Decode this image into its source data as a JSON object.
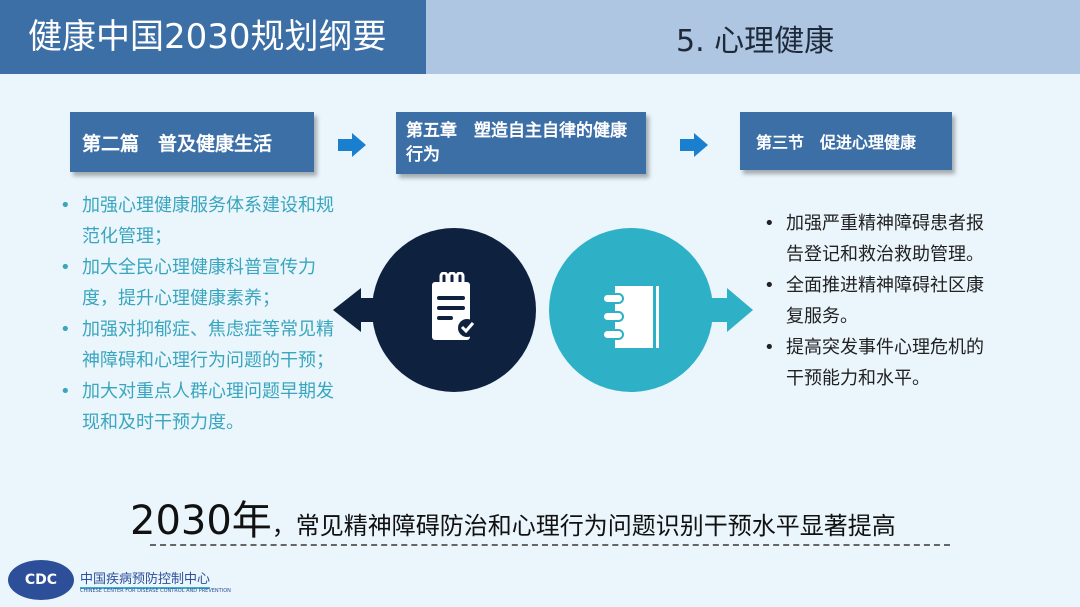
{
  "header": {
    "title": "健康中国2030规划纲要",
    "section": "5. 心理健康"
  },
  "flow": {
    "box1": "第二篇　普及健康生活",
    "box2": "第五章　塑造自主自律的健康行为",
    "box3": "第三节　促进心理健康"
  },
  "left_items": [
    "加强心理健康服务体系建设和规范化管理；",
    "加大全民心理健康科普宣传力度，提升心理健康素养；",
    "加强对抑郁症、焦虑症等常见精神障碍和心理行为问题的干预；",
    "加大对重点人群心理问题早期发现和及时干预力度。"
  ],
  "right_items": [
    "加强严重精神障碍患者报告登记和救治救助管理。",
    "全面推进精神障碍社区康复服务。",
    "提高突发事件心理危机的干预能力和水平。"
  ],
  "goal": {
    "year": "2030年",
    "text": "，常见精神障碍防治和心理行为问题识别干预水平显著提高"
  },
  "logo": {
    "badge": "CDC",
    "cn": "中国疾病预防控制中心",
    "en": "CHINESE CENTER FOR DISEASE CONTROL AND PREVENTION"
  }
}
